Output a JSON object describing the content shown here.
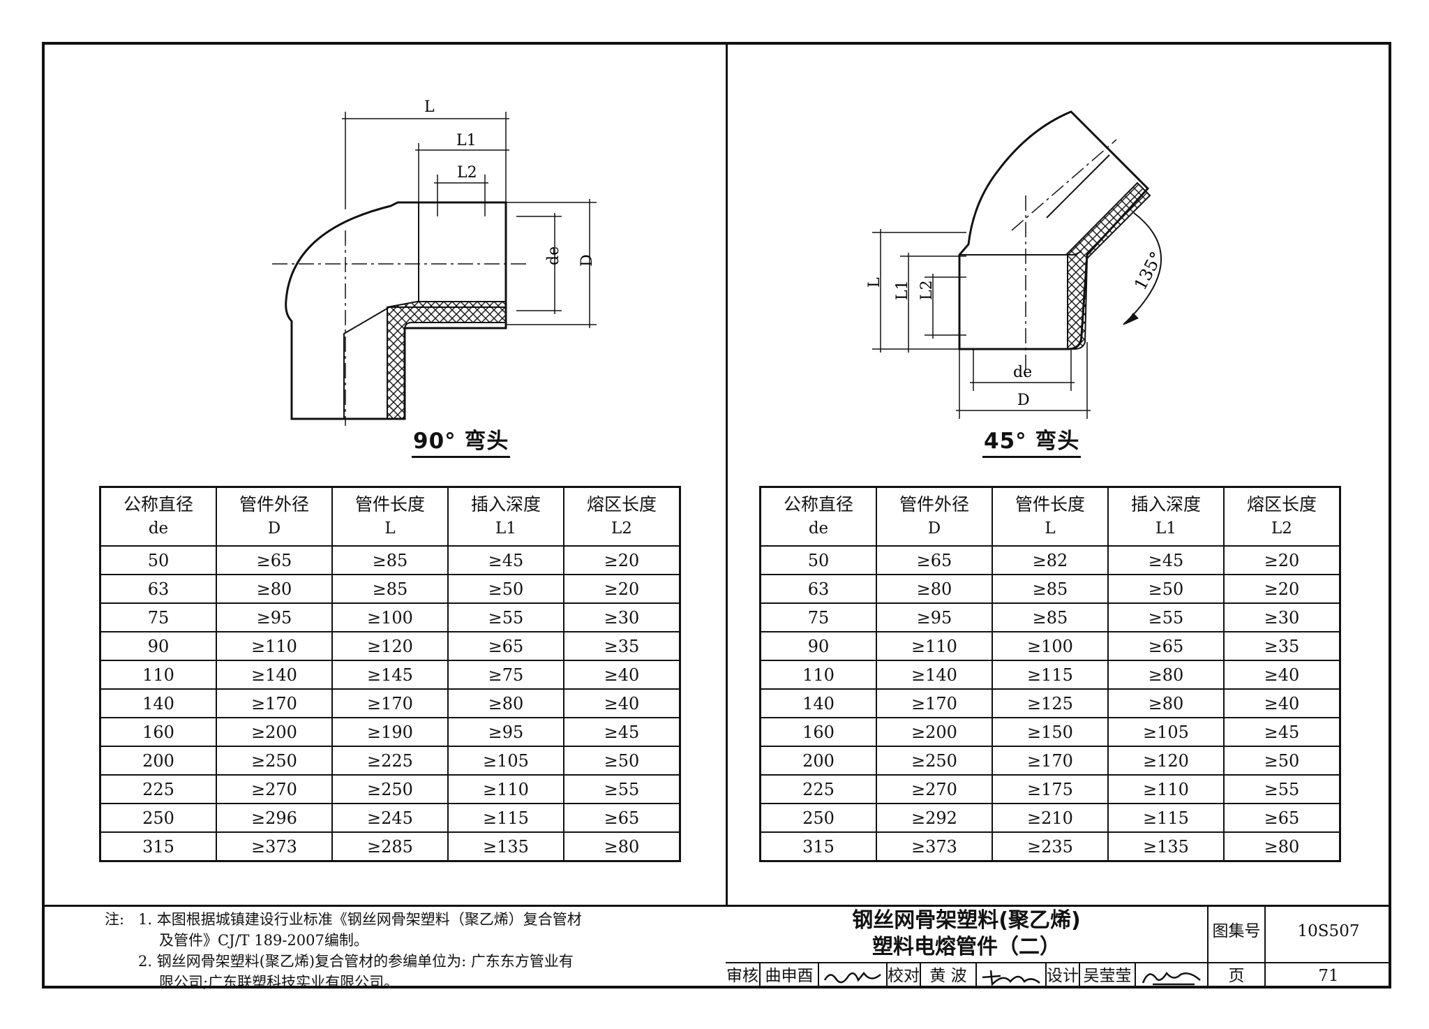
{
  "left": {
    "caption": "90° 弯头",
    "dims": {
      "L": "L",
      "L1": "L1",
      "L2": "L2",
      "de": "de",
      "D": "D"
    }
  },
  "right": {
    "caption": "45° 弯头",
    "dims": {
      "L": "L",
      "L1": "L1",
      "L2": "L2",
      "de": "de",
      "D": "D",
      "angle": "135°"
    }
  },
  "headers": [
    {
      "t": "公称直径",
      "s": "de"
    },
    {
      "t": "管件外径",
      "s": "D"
    },
    {
      "t": "管件长度",
      "s": "L"
    },
    {
      "t": "插入深度",
      "s": "L1"
    },
    {
      "t": "熔区长度",
      "s": "L2"
    }
  ],
  "table_left": [
    [
      "50",
      "≥65",
      "≥85",
      "≥45",
      "≥20"
    ],
    [
      "63",
      "≥80",
      "≥85",
      "≥50",
      "≥20"
    ],
    [
      "75",
      "≥95",
      "≥100",
      "≥55",
      "≥30"
    ],
    [
      "90",
      "≥110",
      "≥120",
      "≥65",
      "≥35"
    ],
    [
      "110",
      "≥140",
      "≥145",
      "≥75",
      "≥40"
    ],
    [
      "140",
      "≥170",
      "≥170",
      "≥80",
      "≥40"
    ],
    [
      "160",
      "≥200",
      "≥190",
      "≥95",
      "≥45"
    ],
    [
      "200",
      "≥250",
      "≥225",
      "≥105",
      "≥50"
    ],
    [
      "225",
      "≥270",
      "≥250",
      "≥110",
      "≥55"
    ],
    [
      "250",
      "≥296",
      "≥245",
      "≥115",
      "≥65"
    ],
    [
      "315",
      "≥373",
      "≥285",
      "≥135",
      "≥80"
    ]
  ],
  "table_right": [
    [
      "50",
      "≥65",
      "≥82",
      "≥45",
      "≥20"
    ],
    [
      "63",
      "≥80",
      "≥85",
      "≥50",
      "≥20"
    ],
    [
      "75",
      "≥95",
      "≥85",
      "≥55",
      "≥30"
    ],
    [
      "90",
      "≥110",
      "≥100",
      "≥65",
      "≥35"
    ],
    [
      "110",
      "≥140",
      "≥115",
      "≥80",
      "≥40"
    ],
    [
      "140",
      "≥170",
      "≥125",
      "≥80",
      "≥40"
    ],
    [
      "160",
      "≥200",
      "≥150",
      "≥105",
      "≥45"
    ],
    [
      "200",
      "≥250",
      "≥170",
      "≥120",
      "≥50"
    ],
    [
      "225",
      "≥270",
      "≥175",
      "≥110",
      "≥55"
    ],
    [
      "250",
      "≥292",
      "≥210",
      "≥115",
      "≥65"
    ],
    [
      "315",
      "≥373",
      "≥235",
      "≥135",
      "≥80"
    ]
  ],
  "notes": {
    "label": "注:",
    "n1a": "1. 本图根据城镇建设行业标准《钢丝网骨架塑料（聚乙烯）复合管材",
    "n1b": "及管件》CJ/T 189-2007编制。",
    "n2a": "2. 钢丝网骨架塑料(聚乙烯)复合管材的参编单位为: 广东东方管业有",
    "n2b": "限公司;广东联塑科技实业有限公司。"
  },
  "title_block": {
    "title1": "钢丝网骨架塑料(聚乙烯)",
    "title2": "塑料电熔管件（二）",
    "atlas_label": "图集号",
    "atlas_no": "10S507",
    "review_label": "审核",
    "review_name": "曲申酉",
    "check_label": "校对",
    "check_name": "黄 波",
    "design_label": "设计",
    "design_name": "吴莹莹",
    "page_label": "页",
    "page_no": "71"
  }
}
